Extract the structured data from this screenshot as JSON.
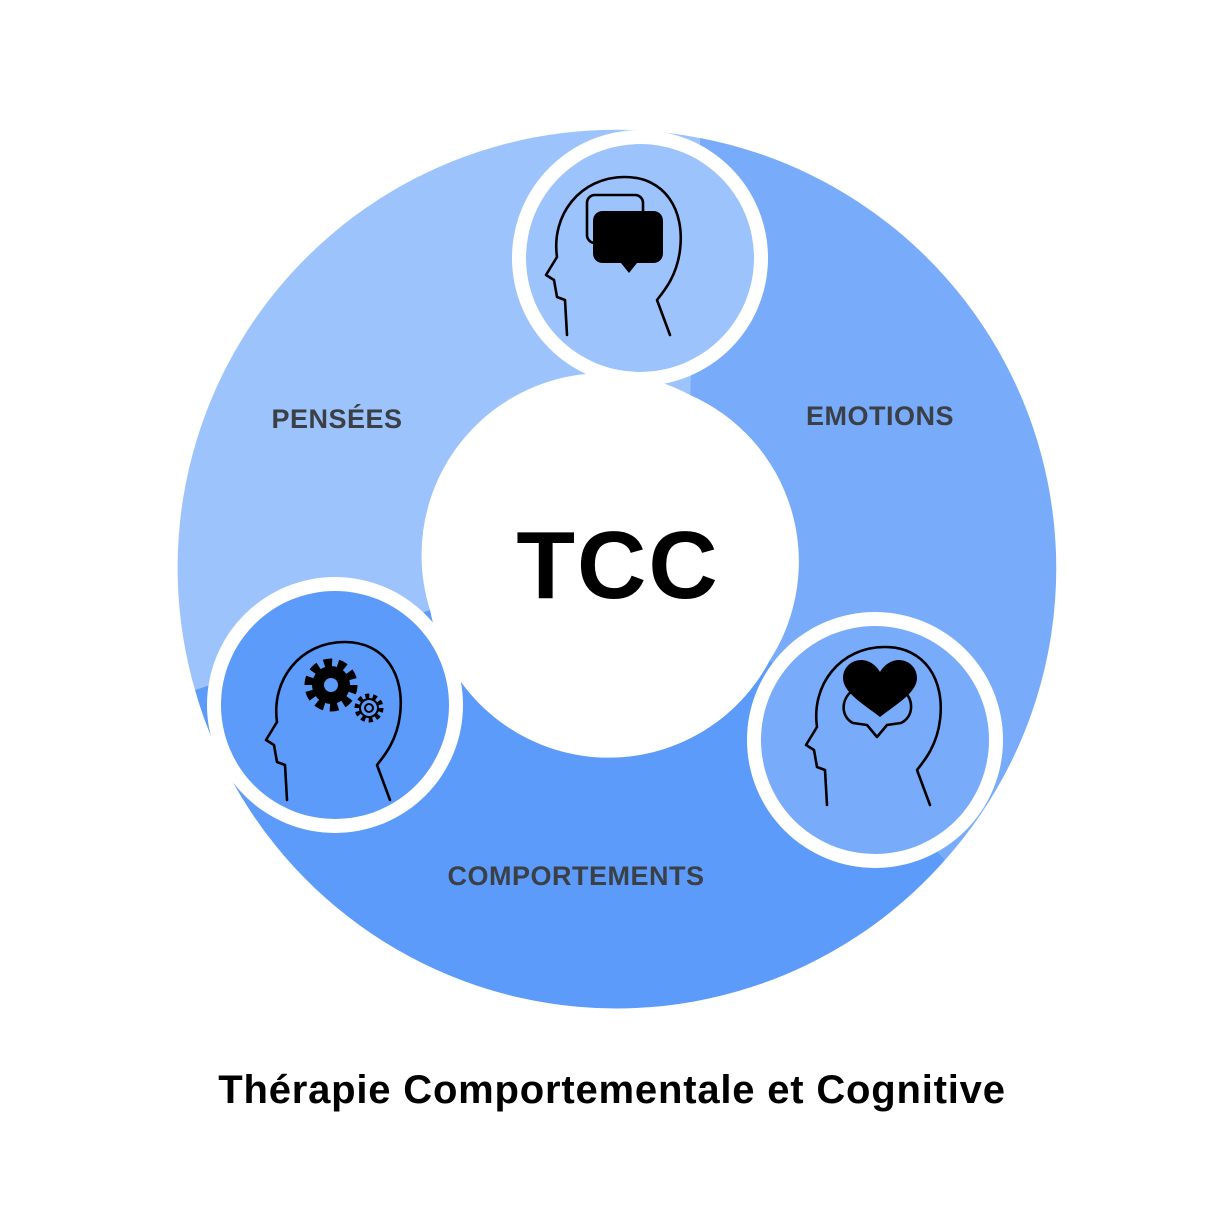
{
  "diagram": {
    "center": {
      "label": "TCC"
    },
    "segments": [
      {
        "label": "PENSÉES",
        "icon": "head-speech-bubble-icon",
        "color": "#9dc3fc"
      },
      {
        "label": "EMOTIONS",
        "icon": "head-heart-icon",
        "color": "#78acfb"
      },
      {
        "label": "COMPORTEMENTS",
        "icon": "head-gears-icon",
        "color": "#5c9bfa"
      }
    ],
    "caption": "Thérapie Comportementale et Cognitive"
  },
  "colors": {
    "label_text": "#3b3f46",
    "background": "#ffffff",
    "icon_stroke": "#000000"
  }
}
